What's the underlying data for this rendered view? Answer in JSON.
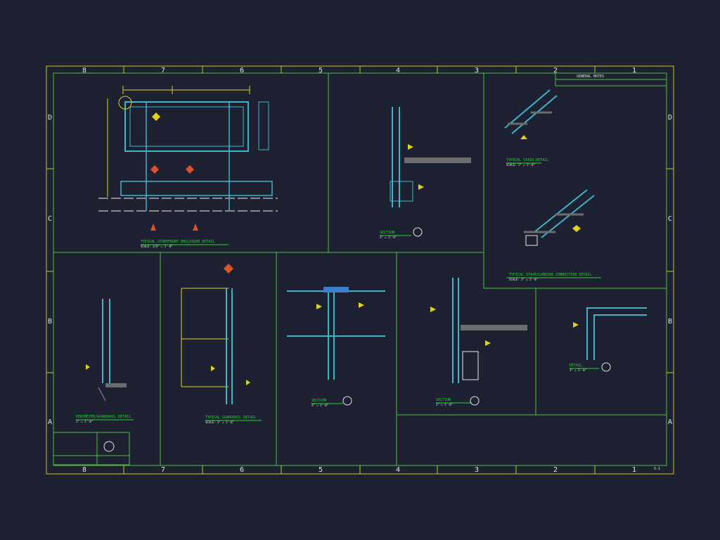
{
  "colors": {
    "background": "#1e2132",
    "border": "#4cbf3a",
    "frame_yellow": "#c8c81e",
    "steel": "#3fb5c9",
    "title_green": "#22d62a",
    "annotation_white": "#e6e6e6",
    "marker_red": "#e0502a",
    "leader_yellow": "#e0d21a"
  },
  "grid": {
    "columns_top": [
      "8",
      "7",
      "6",
      "5",
      "4",
      "3",
      "2",
      "1"
    ],
    "columns_bottom": [
      "8",
      "7",
      "6",
      "5",
      "4",
      "3",
      "2",
      "1"
    ],
    "rows_left": [
      "D",
      "C",
      "B",
      "A"
    ],
    "rows_right": [
      "D",
      "C",
      "B",
      "A"
    ]
  },
  "details": [
    {
      "title": "TYPICAL STOREFRONT ENCLOSURE DETAIL",
      "subtitle": "SCALE: 1/4\" = 1'-0\""
    },
    {
      "title": "SECTION",
      "subtitle": "3\" = 1'-0\""
    },
    {
      "title": "TYPICAL STAIR DETAIL",
      "subtitle": "SCALE: 1\" = 1'-0\""
    },
    {
      "title": "TYPICAL STAIR/LANDING CONNECTION DETAIL",
      "subtitle": "SCALE: 1\" = 1'-0\""
    },
    {
      "title": "PERIMETER/GUARDRAIL DETAIL",
      "subtitle": "1\" = 1'-0\""
    },
    {
      "title": "TYPICAL GUARDRAIL DETAIL",
      "subtitle": "SCALE: 1\" = 1'-0\""
    },
    {
      "title": "SECTION",
      "subtitle": "3\" = 1'-0\""
    },
    {
      "title": "SECTION",
      "subtitle": "3\" = 1'-0\""
    },
    {
      "title": "DETAIL",
      "subtitle": "3\" = 1'-0\""
    }
  ],
  "title_block": {
    "sheet_label": "GENERAL NOTES",
    "sheet_number": "S-1"
  }
}
